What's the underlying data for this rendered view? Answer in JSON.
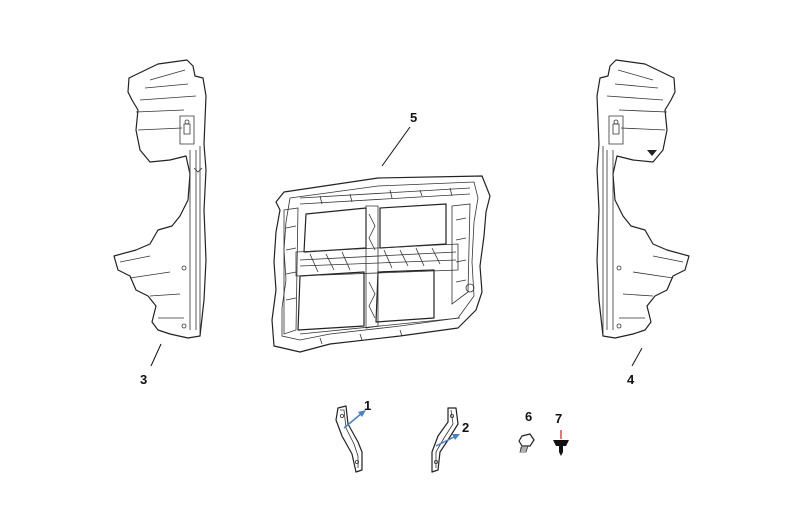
{
  "callouts": {
    "part1": "1",
    "part2": "2",
    "part3": "3",
    "part4": "4",
    "part5": "5",
    "part6": "6",
    "part7": "7"
  },
  "colors": {
    "line": "#222222",
    "arrow_accent": "#4a7fc1",
    "marker_red": "#cc2222",
    "background": "#ffffff"
  }
}
